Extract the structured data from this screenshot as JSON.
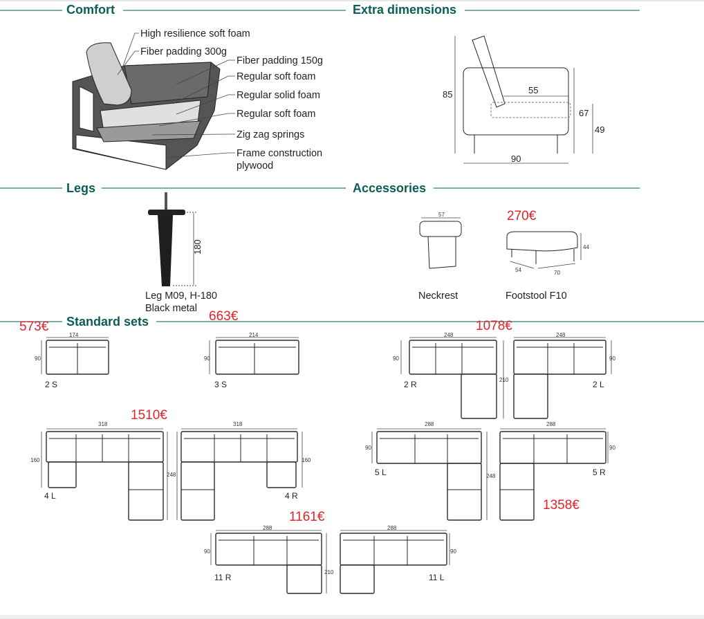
{
  "sections": {
    "comfort": "Comfort",
    "extra_dimensions": "Extra dimensions",
    "legs": "Legs",
    "accessories": "Accessories",
    "standard_sets": "Standard sets"
  },
  "comfort_labels": [
    "High resilience soft foam",
    "Fiber padding 300g",
    "Fiber padding 150g",
    "Regular soft foam",
    "Regular solid foam",
    "Regular soft foam",
    "Zig zag springs",
    "Frame construction",
    "plywood"
  ],
  "extra_dimensions": {
    "height": "85",
    "seat_depth": "55",
    "seat_back": "67",
    "seat_height": "49",
    "depth": "90"
  },
  "legs": {
    "height_dim": "180",
    "name": "Leg M09, H-180",
    "material": "Black metal"
  },
  "accessories": {
    "neckrest": {
      "label": "Neckrest",
      "width": "57"
    },
    "footstool": {
      "label": "Footstool F10",
      "price": "270€",
      "height": "44",
      "depth": "54",
      "width": "70"
    }
  },
  "sets": [
    {
      "name": "2 S",
      "price": "573€",
      "dims": [
        "174",
        "90"
      ]
    },
    {
      "name": "3 S",
      "price": "663€",
      "dims": [
        "214",
        "90"
      ]
    },
    {
      "name": "2 R",
      "price": "1078€",
      "dims": [
        "248",
        "90",
        "210"
      ]
    },
    {
      "name": "2 L",
      "dims": [
        "248",
        "90"
      ]
    },
    {
      "name": "4 L",
      "price": "1510€",
      "dims": [
        "318",
        "160",
        "248"
      ]
    },
    {
      "name": "4 R",
      "dims": [
        "318",
        "160"
      ]
    },
    {
      "name": "5 L",
      "dims": [
        "288",
        "90",
        "248"
      ]
    },
    {
      "name": "5 R",
      "price": "1358€",
      "dims": [
        "288",
        "90"
      ]
    },
    {
      "name": "11 R",
      "price": "1161€",
      "dims": [
        "288",
        "90",
        "210"
      ]
    },
    {
      "name": "11 L",
      "dims": [
        "288",
        "90"
      ]
    }
  ]
}
